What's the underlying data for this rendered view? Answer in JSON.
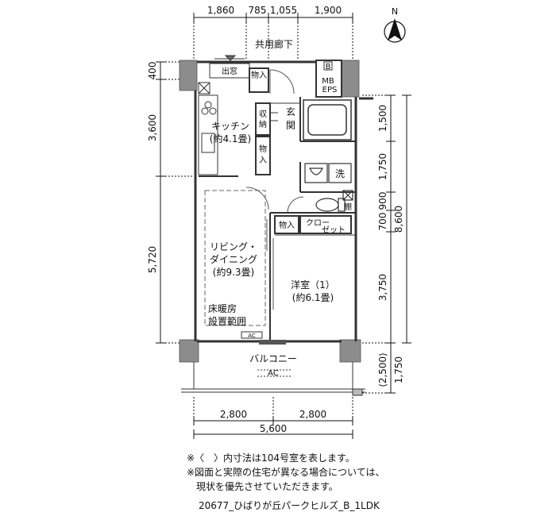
{
  "dimensions": {
    "top": [
      "1,860",
      "785",
      "1,055",
      "1,900"
    ],
    "left": [
      "400",
      "3,600",
      "5,720"
    ],
    "right": [
      "1,500",
      "1,750",
      "900",
      "700",
      "3,750",
      "8,600",
      "⟨2,500⟩",
      "1,750"
    ],
    "bottom_parts": [
      "2,800",
      "2,800"
    ],
    "bottom_total": "5,600"
  },
  "labels": {
    "corridor": "共用廊下",
    "window_top": "出窓",
    "storage_entry": "物入",
    "mb_box": "B",
    "mb": "MB",
    "eps": "EPS",
    "shuuno_1": "収",
    "shuuno_2": "納",
    "entrance_1": "玄",
    "entrance_2": "関",
    "kitchen": "キッチン",
    "kitchen_size": "(約4.1畳)",
    "storage_kitchen_1": "物",
    "storage_kitchen_2": "入",
    "wash": "洗",
    "shelf": "棚",
    "storage_mid": "物入",
    "closet_1": "クロー",
    "closet_2": "ゼット",
    "living_1": "リビング・",
    "living_2": "ダイニング",
    "living_size": "(約9.3畳)",
    "floor_heat_1": "床暖房",
    "floor_heat_2": "設置範囲",
    "western": "洋室（1）",
    "western_size": "(約6.1畳)",
    "ac_room": "AC",
    "balcony": "バルコニー",
    "ac_balcony": "AC",
    "compass": "N"
  },
  "notes": {
    "line1": "※〈　〉内寸法は104号室を表します。",
    "line2": "※図面と実際の住宅が異なる場合については、",
    "line3": "　現状を優先させていただきます。"
  },
  "code": "20677_ひばりが丘パークヒルズ_B_1LDK"
}
